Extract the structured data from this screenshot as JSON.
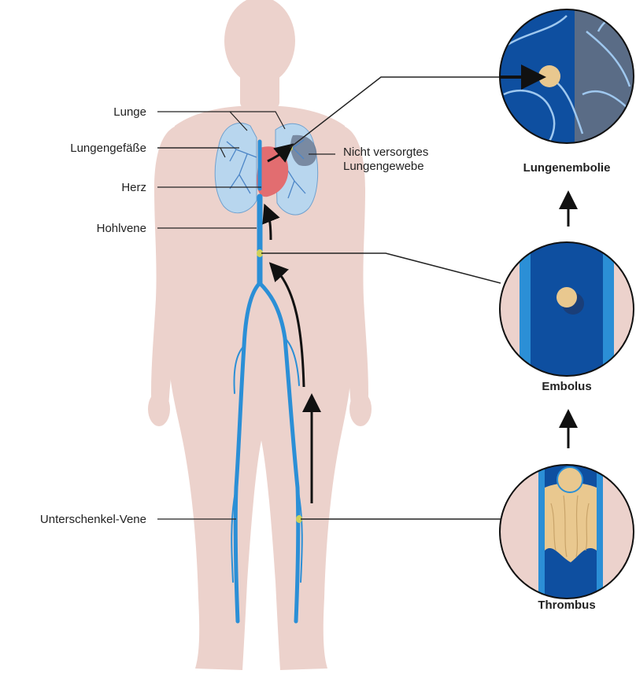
{
  "labels": {
    "lunge": "Lunge",
    "lungengefaesse": "Lungengefäße",
    "herz": "Herz",
    "hohlvene": "Hohlvene",
    "unterschenkel_vene": "Unterschenkel-Vene",
    "nicht_versorgt_line1": "Nicht versorgtes",
    "nicht_versorgt_line2": "Lungengewebe"
  },
  "stages": {
    "lungenembolie": "Lungenembolie",
    "embolus": "Embolus",
    "thrombus": "Thrombus"
  },
  "colors": {
    "body": "#ecd2cc",
    "vein": "#2b8fd6",
    "vein_dark": "#0e4fa0",
    "lung": "#b8d6ee",
    "heart": "#e26d70",
    "clot": "#e9c88f",
    "arrow": "#111111"
  }
}
